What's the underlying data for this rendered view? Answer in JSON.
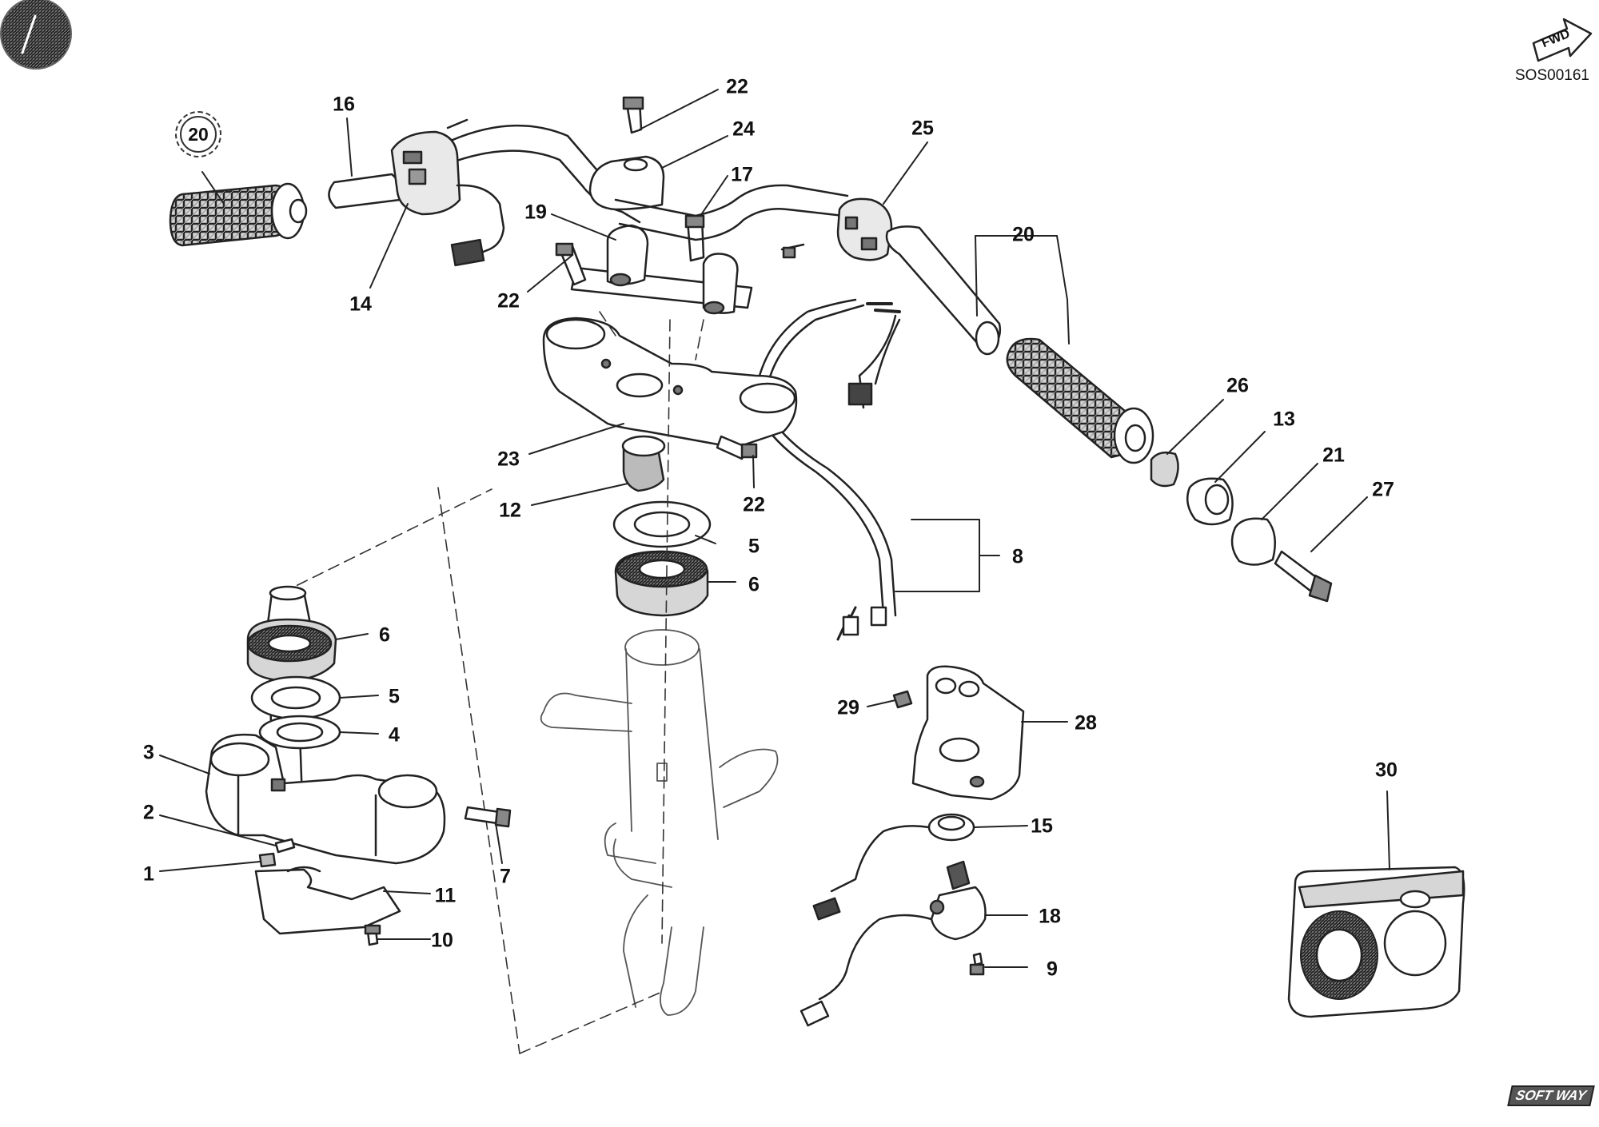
{
  "diagram": {
    "code": "SOS00161",
    "fwd_badge": "FWD",
    "logo": "SOFT WAY",
    "callouts": {
      "c20_circled": "20",
      "c16": "16",
      "c14": "14",
      "c22_top": "22",
      "c24": "24",
      "c17": "17",
      "c19": "19",
      "c22_left": "22",
      "c25": "25",
      "c20": "20",
      "c23": "23",
      "c22_mid": "22",
      "c12": "12",
      "c5_mid": "5",
      "c6_mid": "6",
      "c26": "26",
      "c13": "13",
      "c21": "21",
      "c27": "27",
      "c8": "8",
      "c6_low": "6",
      "c5_low": "5",
      "c4": "4",
      "c3": "3",
      "c2": "2",
      "c1": "1",
      "c7": "7",
      "c11": "11",
      "c10": "10",
      "c29": "29",
      "c28": "28",
      "c15": "15",
      "c18": "18",
      "c9": "9",
      "c30": "30"
    }
  }
}
